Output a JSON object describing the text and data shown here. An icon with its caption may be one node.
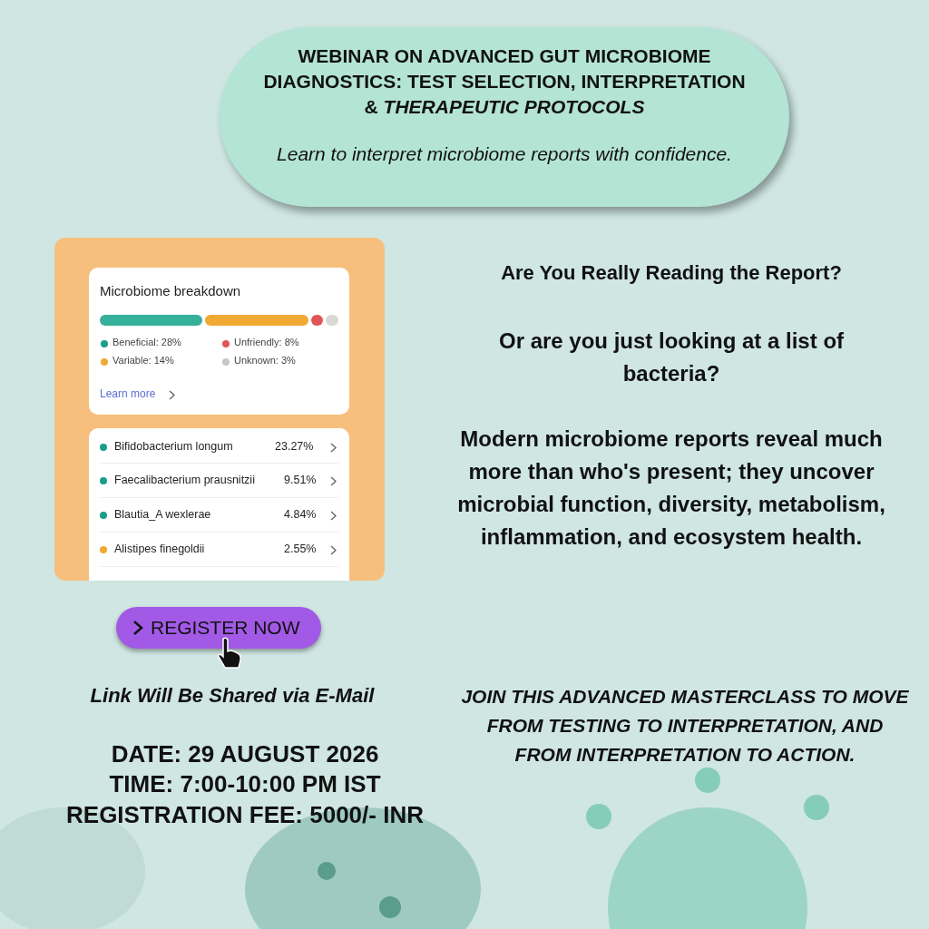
{
  "diagram": {
    "title": "WEBINAR ON ADVANCED GUT MICROBIOME DIAGNOSTICS: TEST SELECTION, INTERPRETATION & *THERAPEUTIC PROTOCOLS*",
    "labels": [
      "Learn to interpret microbiome reports with confidence.",
      "Microbiome breakdown",
      "Beneficial: 28%",
      "Unfriendly: 8%",
      "Variable: 14%",
      "Unknown: 3%",
      "Learn more",
      "Bifidobacterium longum",
      "23.27%",
      "Faecalibacterium prausnitzii",
      "9.51%",
      "Blautia_A wexlerae",
      "4.84%",
      "Alistipes finegoldii",
      "2.55%",
      "REGISTER NOW",
      "Link Will Be Shared via E-Mail",
      "DATE: 29 AUGUST 2026",
      "TIME: 7:00-10:00 PM IST",
      "REGISTRATION FEE: 5000/- INR",
      "Are You Really Reading the Report?",
      "Or are you just looking at a list of bacteria?",
      "Modern microbiome reports reveal much more than who's present; they uncover microbial function, diversity, metabolism, inflammation, and ecosystem health.",
      "JOIN THIS ADVANCED MASTERCLASS TO MOVE FROM TESTING TO INTERPRETATION, AND FROM INTERPRETATION TO ACTION."
    ]
  }
}
